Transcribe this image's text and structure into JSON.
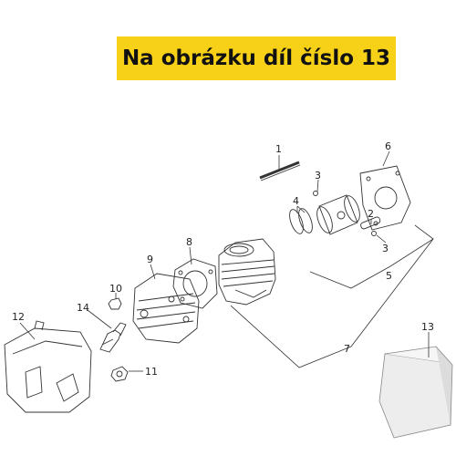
{
  "banner": {
    "text": "Na obrázku díl číslo 13",
    "color": "#f7d117"
  },
  "callouts": {
    "c1": "1",
    "c2": "2",
    "c3a": "3",
    "c3b": "3",
    "c4": "4",
    "c5": "5",
    "c6": "6",
    "c7": "7",
    "c8": "8",
    "c9": "9",
    "c10": "10",
    "c11": "11",
    "c12": "12",
    "c13": "13",
    "c14": "14"
  }
}
